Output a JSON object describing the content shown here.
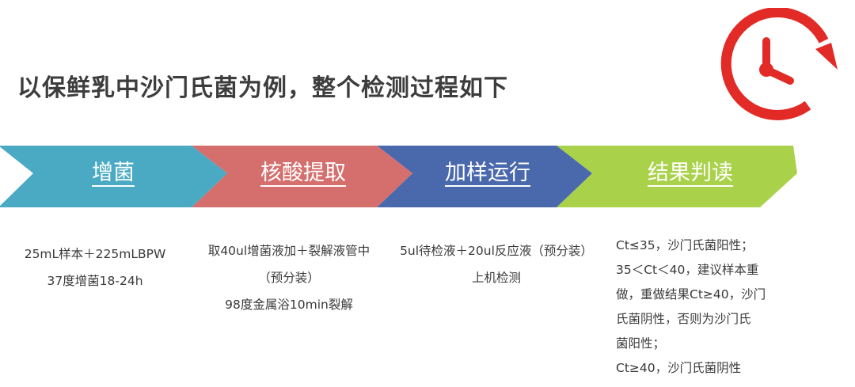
{
  "title": "以保鲜乳中沙门氏菌为例，整个检测过程如下",
  "icon": "clock-refresh-icon",
  "colors": {
    "step1": "#4aaac4",
    "step2": "#d46f6d",
    "step3": "#4a69ad",
    "step4": "#a9d24a",
    "clock": "#e22a26"
  },
  "steps": [
    {
      "label": "增菌",
      "desc": [
        "25mL样本＋225mLBPW",
        "37度增菌18-24h"
      ]
    },
    {
      "label": "核酸提取",
      "desc": [
        "取40ul增菌液加＋裂解液管中",
        "（预分装）",
        "98度金属浴10min裂解"
      ]
    },
    {
      "label": "加样运行",
      "desc": [
        "5ul待检液＋20ul反应液（预分装）",
        "上机检测"
      ]
    },
    {
      "label": "结果判读",
      "desc": [
        "Ct≤35，沙门氏菌阳性；",
        "35＜Ct＜40，建议样本重",
        "做，重做结果Ct≥40，沙门",
        "氏菌阴性，否则为沙门氏",
        "菌阳性；",
        "Ct≥40，沙门氏菌阴性"
      ]
    }
  ]
}
